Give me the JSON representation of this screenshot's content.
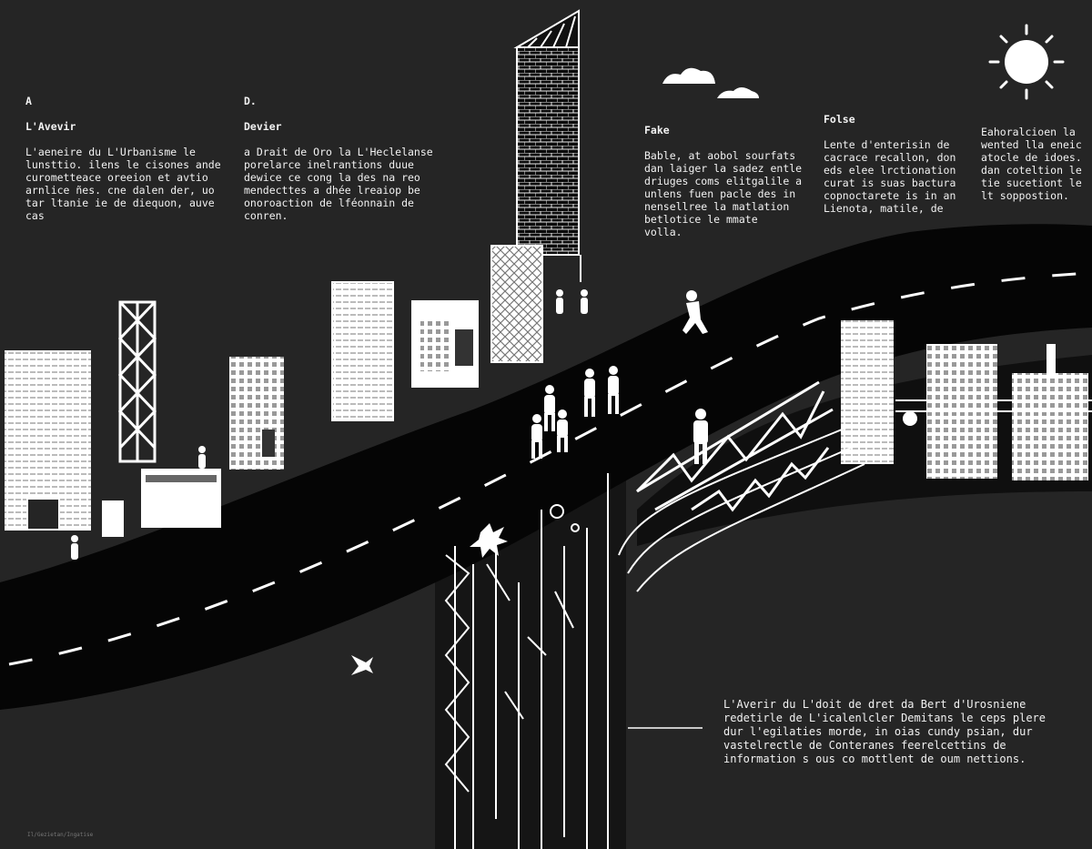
{
  "blocks": {
    "left": {
      "letter": "A",
      "heading": "L'Avevir",
      "body": "L'aeneire du L'Urbanisme le\nlunsttio. ilens le cisones ande\ncurometteace oreeion et avtio\narnlice ñes. cne dalen der, uo\ntar ltanie ie de diequon, auve\ncas"
    },
    "center_left": {
      "letter": "D.",
      "heading": "Devier",
      "body": "a Drait de Oro la L'Heclelanse\nporelarce inelrantions duue\ndewice ce cong la des na reo\nmendecttes a dhée lreaiop be\nonoroaction de lféonnain de\nconren."
    },
    "center_right": {
      "heading": "Fake",
      "body": "Bable, at aobol sourfats\ndan laiger la sadez entle\ndriuges coms elitgalile a\nunlens fuen pacle des in\nnensellree la matlation\nbetlotice le mmate\nvolla."
    },
    "right": {
      "heading": "Folse",
      "body": "Lente d'enterisin de\ncacrace recallon, don\neds elee lrctionation\ncurat is suas bactura\ncopnoctarete is in an\nLienota, matile, de"
    },
    "far_right": {
      "body": "Eahoralcioen la\nwented lla eneic\natocle de idoes.\ndan coteltion le\ntie sucetiont le\nlt soppostion."
    },
    "bottom_right": {
      "body": "L'Averir du L'doit de dret da Bert d'Urosniene\nredetirle de L'icalenlcler Demitans le ceps plere\ndur l'egilaties morde, in oias cundy psian, dur\nvastelrectle de Conteranes feerelcettins de\ninformation s ous co mottlent de oum nettions."
    }
  },
  "footer": "Il/Gezietan/Ingatise",
  "palette": {
    "background": "#252525",
    "road": "#050505",
    "ink": "#ffffff",
    "lane": "#ffffff"
  },
  "icons": [
    "sun-icon",
    "cloud-icon",
    "airplane-icon",
    "tree-icon"
  ]
}
